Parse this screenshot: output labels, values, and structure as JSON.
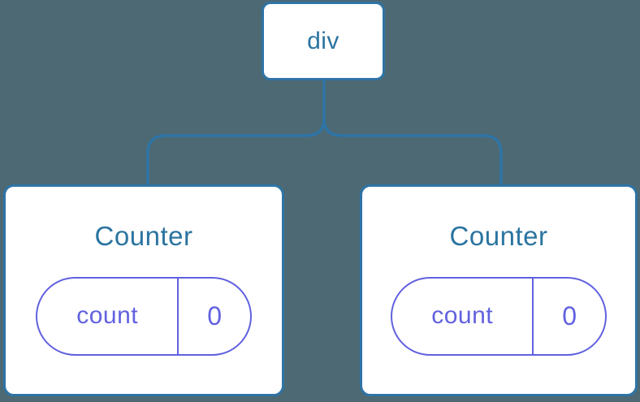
{
  "canvas": {
    "background": "#4c6974"
  },
  "colors": {
    "node_background": "#ffffff",
    "node_border_blue": "#2e74a6",
    "connector_blue": "#2e74a6",
    "component_name_blue": "#2b74a0",
    "state_purple": "#6161e0"
  },
  "tree": {
    "root": {
      "label": "div"
    },
    "children": [
      {
        "label": "Counter",
        "state": {
          "key": "count",
          "value": "0"
        }
      },
      {
        "label": "Counter",
        "state": {
          "key": "count",
          "value": "0"
        }
      }
    ]
  }
}
